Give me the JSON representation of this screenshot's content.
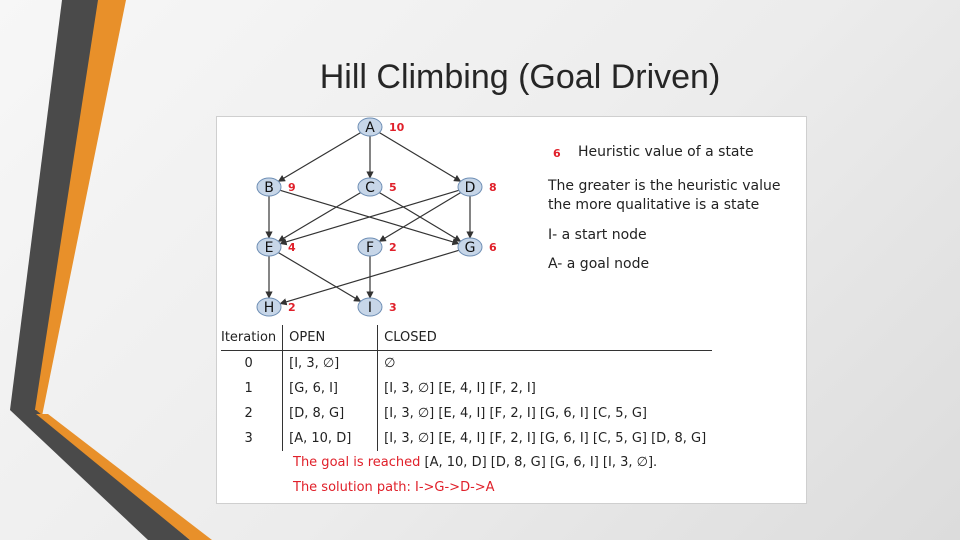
{
  "slide": {
    "title": "Hill Climbing (Goal Driven)"
  },
  "colors": {
    "accent_orange": "#e8902a",
    "accent_dark": "#4a4a4a",
    "heuristic_red": "#e0202a"
  },
  "graph": {
    "nodes": [
      {
        "id": "A",
        "label": "A",
        "h": "10"
      },
      {
        "id": "B",
        "label": "B",
        "h": "9"
      },
      {
        "id": "C",
        "label": "C",
        "h": "5"
      },
      {
        "id": "D",
        "label": "D",
        "h": "8"
      },
      {
        "id": "E",
        "label": "E",
        "h": "4"
      },
      {
        "id": "F",
        "label": "F",
        "h": "2"
      },
      {
        "id": "G",
        "label": "G",
        "h": "6"
      },
      {
        "id": "H",
        "label": "H",
        "h": "2"
      },
      {
        "id": "I",
        "label": "I",
        "h": "3"
      }
    ],
    "edges": [
      [
        "A",
        "B"
      ],
      [
        "A",
        "C"
      ],
      [
        "A",
        "D"
      ],
      [
        "B",
        "E"
      ],
      [
        "B",
        "G"
      ],
      [
        "C",
        "E"
      ],
      [
        "C",
        "G"
      ],
      [
        "D",
        "E"
      ],
      [
        "D",
        "F"
      ],
      [
        "D",
        "G"
      ],
      [
        "E",
        "H"
      ],
      [
        "E",
        "I"
      ],
      [
        "F",
        "I"
      ],
      [
        "G",
        "H"
      ]
    ]
  },
  "legend": {
    "heuristic_example": "6",
    "heuristic_text": "Heuristic value of a state",
    "greater_line1": "The greater is the heuristic value",
    "greater_line2": "the more qualitative is a state",
    "start_node": "I- a start node",
    "goal_node": "A- a goal node"
  },
  "table": {
    "headers": [
      "Iteration",
      "OPEN",
      "CLOSED"
    ],
    "rows": [
      [
        "0",
        "[I, 3, ∅]",
        "∅"
      ],
      [
        "1",
        "[G, 6, I]",
        "[I, 3, ∅] [E, 4, I] [F, 2, I]"
      ],
      [
        "2",
        "[D, 8, G]",
        "[I, 3, ∅] [E, 4, I] [F, 2, I] [G, 6, I] [C, 5, G]"
      ],
      [
        "3",
        "[A, 10, D]",
        "[I, 3, ∅] [E, 4, I] [F, 2, I] [G, 6, I] [C, 5, G] [D, 8, G]"
      ]
    ]
  },
  "result": {
    "goal_prefix": "The goal is reached",
    "goal_path": " [A, 10, D] [D, 8, G] [G, 6, I] [I, 3, ∅].",
    "solution_prefix": "The solution path",
    "solution_path": ": I->G->D->A"
  }
}
